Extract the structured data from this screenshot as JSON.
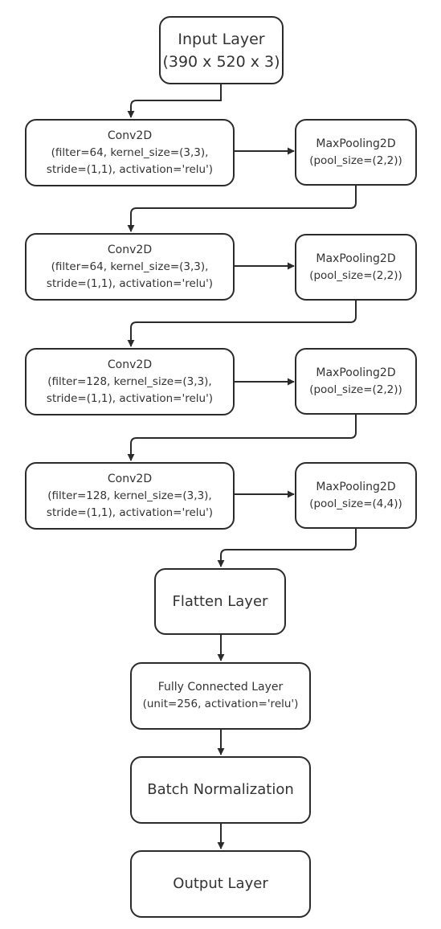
{
  "input": {
    "line1": "Input Layer",
    "line2": "(390 x 520 x 3)"
  },
  "blocks": [
    {
      "conv_title": "Conv2D",
      "conv_params": "(filter=64, kernel_size=(3,3),",
      "conv_params2": "stride=(1,1), activation='relu')",
      "pool_title": "MaxPooling2D",
      "pool_params": "(pool_size=(2,2))"
    },
    {
      "conv_title": "Conv2D",
      "conv_params": "(filter=64, kernel_size=(3,3),",
      "conv_params2": "stride=(1,1), activation='relu')",
      "pool_title": "MaxPooling2D",
      "pool_params": "(pool_size=(2,2))"
    },
    {
      "conv_title": "Conv2D",
      "conv_params": "(filter=128, kernel_size=(3,3),",
      "conv_params2": "stride=(1,1), activation='relu')",
      "pool_title": "MaxPooling2D",
      "pool_params": "(pool_size=(2,2))"
    },
    {
      "conv_title": "Conv2D",
      "conv_params": "(filter=128, kernel_size=(3,3),",
      "conv_params2": "stride=(1,1), activation='relu')",
      "pool_title": "MaxPooling2D",
      "pool_params": "(pool_size=(4,4))"
    }
  ],
  "flatten": {
    "label": "Flatten Layer"
  },
  "dense": {
    "line1": "Fully Connected Layer",
    "line2": "(unit=256, activation='relu')"
  },
  "batchnorm": {
    "label": "Batch Normalization"
  },
  "output": {
    "label": "Output Layer"
  }
}
